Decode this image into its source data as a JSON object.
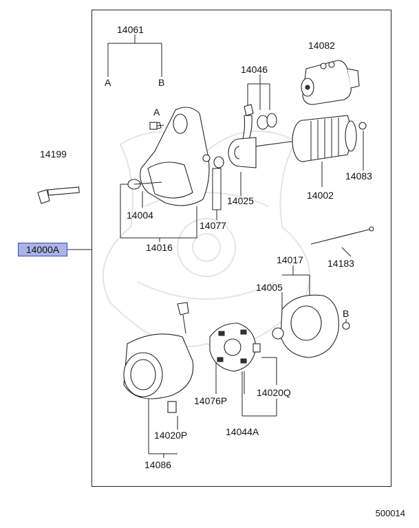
{
  "assembly": {
    "part_number": "14000A"
  },
  "diagram_id": "500014",
  "colors": {
    "badge_fill": "#aab3e6",
    "badge_border": "#3a4aa8",
    "line": "#222222",
    "watermark": "#e6e6e6"
  },
  "parts": {
    "p14061": "14061",
    "p14061_a": "A",
    "p14061_b": "B",
    "p14082": "14082",
    "p14046": "14046",
    "p14199": "14199",
    "p14025": "14025",
    "p14002": "14002",
    "p14083": "14083",
    "p14004": "14004",
    "p14077": "14077",
    "p14016": "14016",
    "p14017": "14017",
    "p14183": "14183",
    "p14005": "14005",
    "p14076p": "14076P",
    "p14020q": "14020Q",
    "p14020p": "14020P",
    "p14044a": "14044A",
    "p14086": "14086",
    "marker_a": "A",
    "marker_b": "B"
  }
}
